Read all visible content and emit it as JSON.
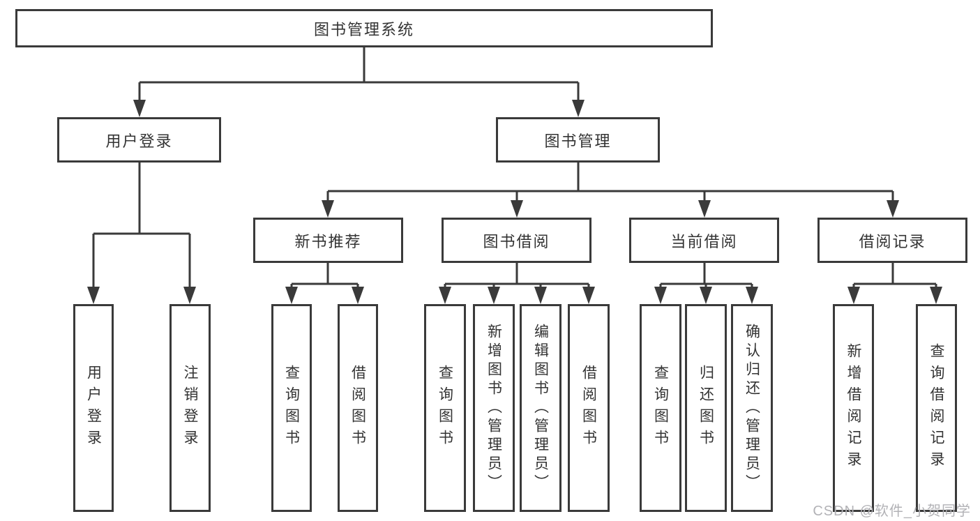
{
  "tree": {
    "root": {
      "label": "图书管理系统"
    },
    "userLogin": {
      "label": "用户登录",
      "leaves": [
        "用户登录",
        "注销登录"
      ]
    },
    "bookMgmt": {
      "label": "图书管理",
      "groups": [
        {
          "label": "新书推荐",
          "leaves": [
            "查询图书",
            "借阅图书"
          ]
        },
        {
          "label": "图书借阅",
          "leaves": [
            "查询图书",
            "新增图书（管理员）",
            "编辑图书（管理员）",
            "借阅图书"
          ]
        },
        {
          "label": "当前借阅",
          "leaves": [
            "查询图书",
            "归还图书",
            "确认归还（管理员）"
          ]
        },
        {
          "label": "借阅记录",
          "leaves": [
            "新增借阅记录",
            "查询借阅记录"
          ]
        }
      ]
    }
  },
  "watermark": "CSDN @软件_小贺同学",
  "colors": {
    "line": "#3a3a3a",
    "text": "#333333",
    "watermark": "#b2b2b6",
    "background": "#ffffff"
  }
}
